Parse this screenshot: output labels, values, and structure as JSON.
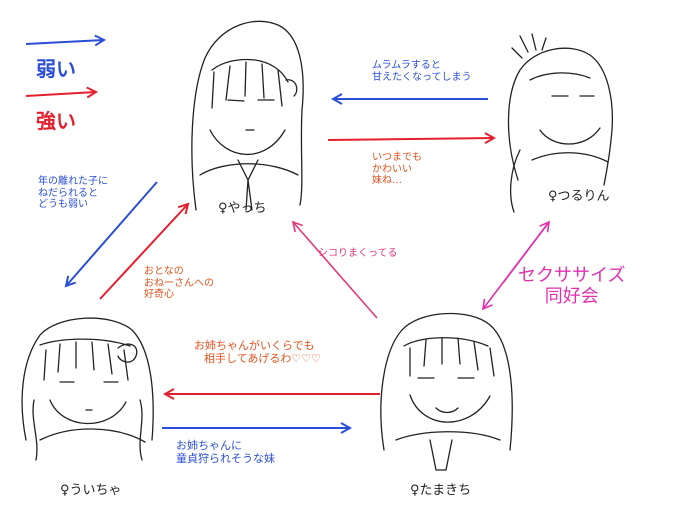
{
  "legend": {
    "weak_label": "弱い",
    "strong_label": "強い",
    "weak_color": "#2a4fd6",
    "strong_color": "#e5202e"
  },
  "characters": {
    "yachi": {
      "name": "♀やっち"
    },
    "tsururin": {
      "name": "♀つるりん"
    },
    "uicha": {
      "name": "♀ういちゃ"
    },
    "tamakichi": {
      "name": "♀たまきち"
    }
  },
  "relations": {
    "tsururin_to_yachi": [
      "ムラムラすると",
      "甘えたくなってしまう"
    ],
    "yachi_to_tsururin": [
      "いつまでも",
      "かわいい",
      "妹ね…"
    ],
    "yachi_to_uicha": [
      "年の離れた子に",
      "ねだられると",
      "どうも弱い"
    ],
    "uicha_to_yachi": [
      "おとなの",
      "おねーさんへの",
      "好奇心"
    ],
    "tamakichi_to_yachi": "シコりまくってる",
    "tamakichi_tsururin": [
      "セクササイズ",
      "同好会"
    ],
    "tamakichi_to_uicha": [
      "お姉ちゃんがいくらでも",
      "相手してあげるわ♡♡♡"
    ],
    "uicha_to_tamakichi": [
      "お姉ちゃんに",
      "童貞狩られそうな妹"
    ]
  },
  "colors": {
    "orange_text": "#e0531f",
    "magenta": "#e030b0",
    "pink_arrow": "#e23a7a",
    "sketch": "#222222"
  }
}
